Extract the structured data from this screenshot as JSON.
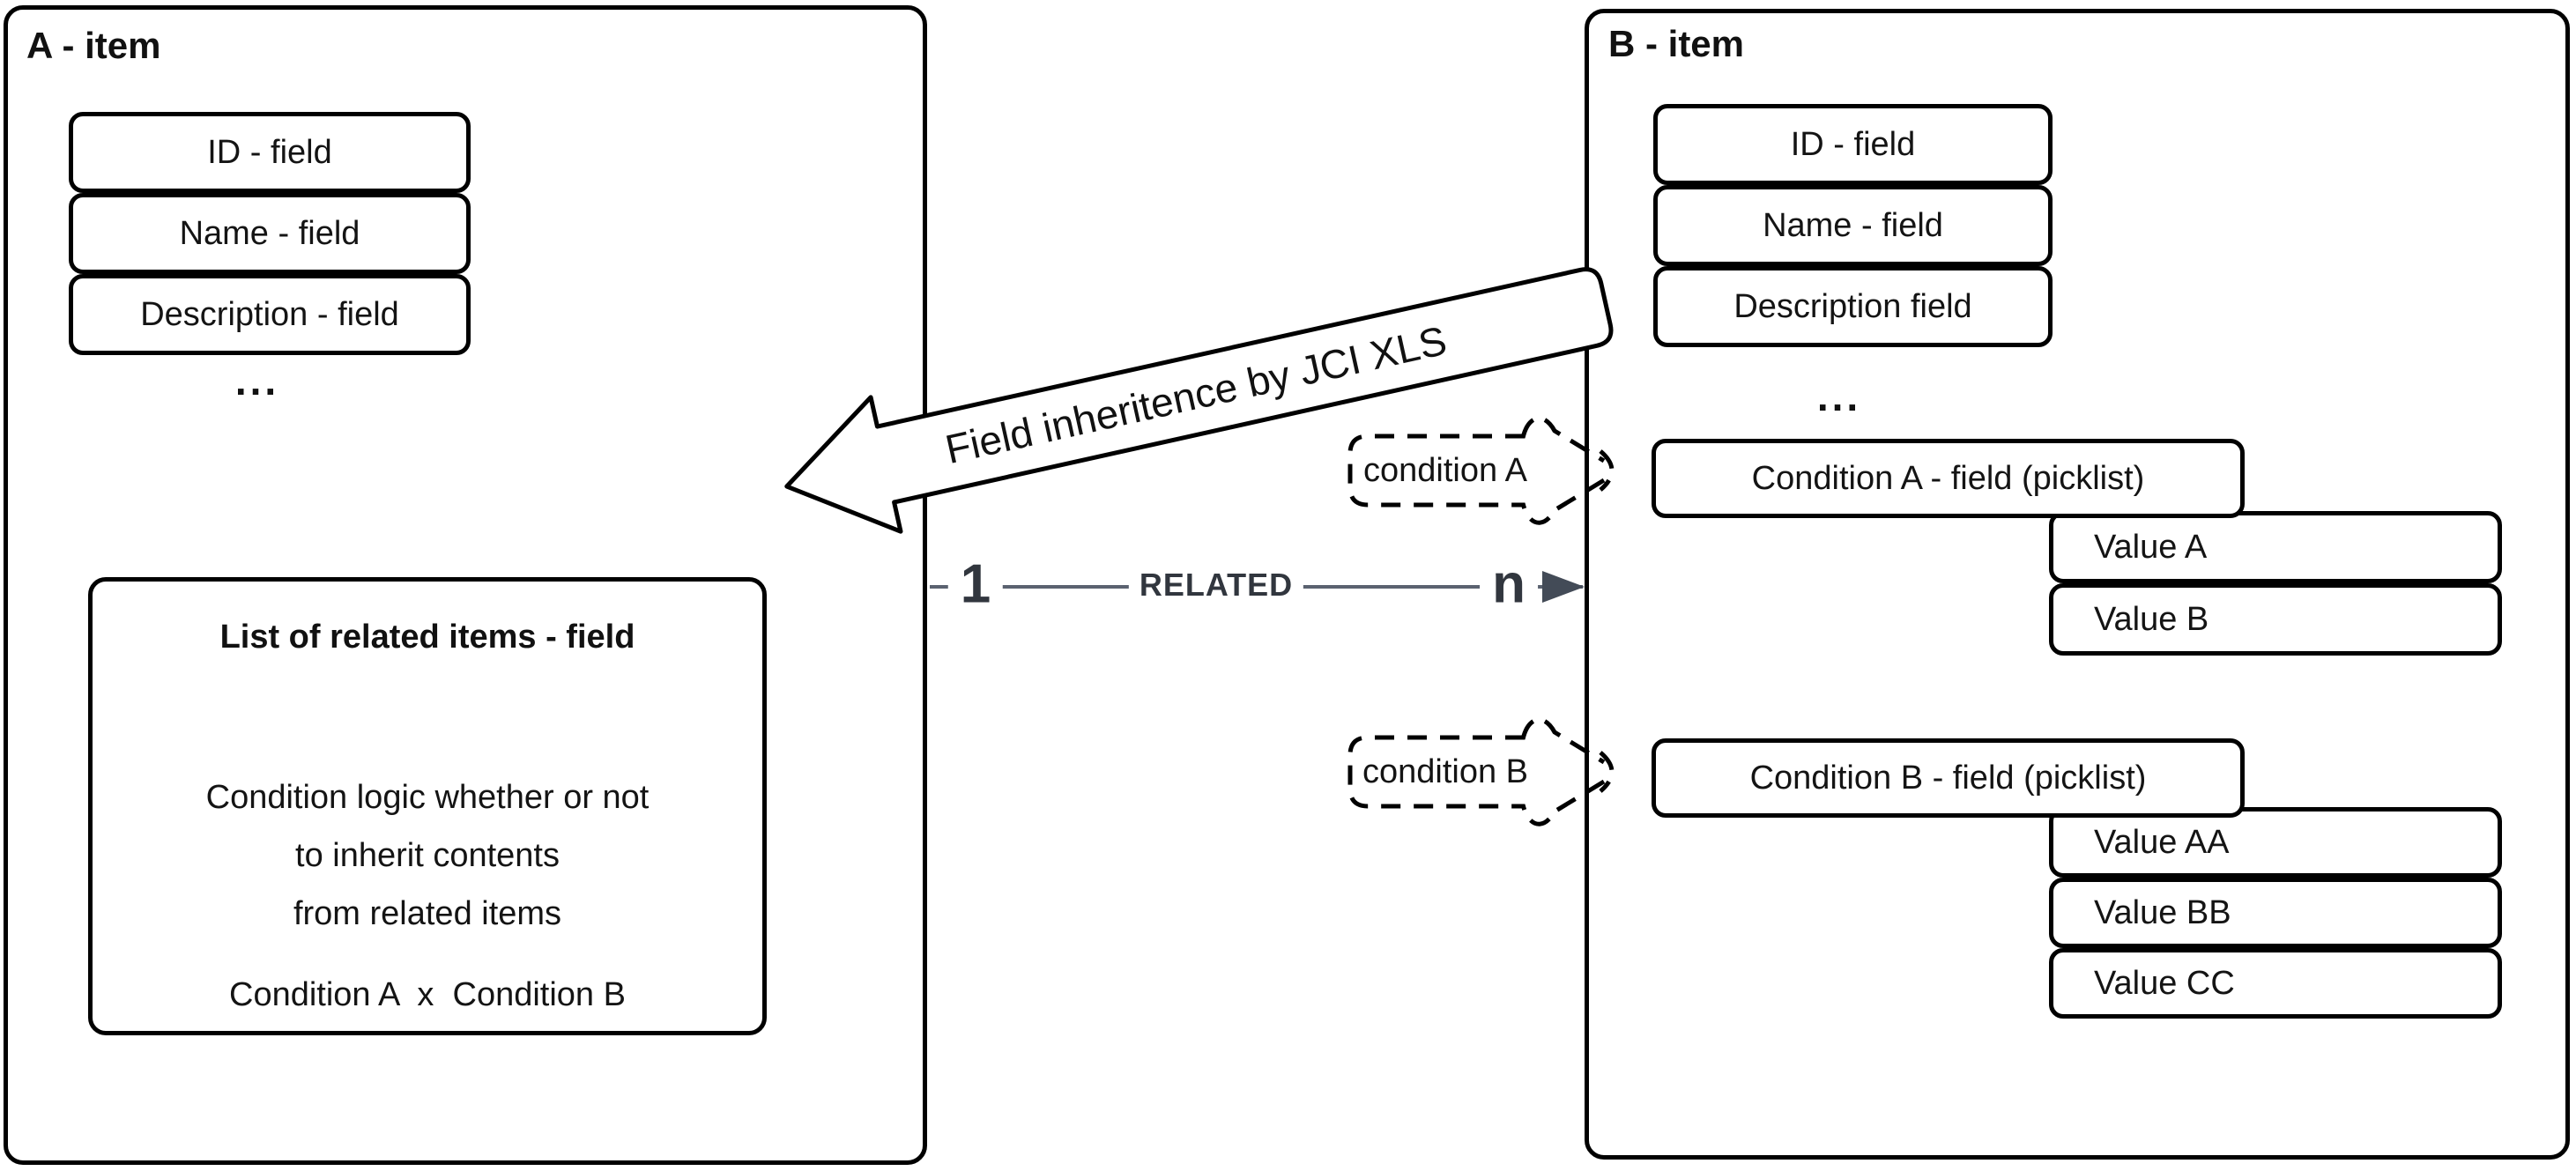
{
  "item_a": {
    "title": "A - item",
    "fields": [
      "ID - field",
      "Name - field",
      "Description - field"
    ],
    "ellipsis": "...",
    "related_box": {
      "title": "List of related items - field",
      "line1": "Condition logic whether or not",
      "line2": "to inherit contents",
      "line3": "from related items",
      "formula": "Condition A  x  Condition B"
    }
  },
  "item_b": {
    "title": "B - item",
    "fields": [
      "ID - field",
      "Name - field",
      "Description field"
    ],
    "ellipsis": "...",
    "picklist_a": {
      "label": "Condition A - field (picklist)",
      "values": [
        "Value A",
        "Value B"
      ]
    },
    "picklist_b": {
      "label": "Condition B - field (picklist)",
      "values": [
        "Value AA",
        "Value BB",
        "Value CC"
      ]
    }
  },
  "callouts": {
    "a": "condition A",
    "b": "condition B"
  },
  "relationship": {
    "left_cardinality": "1",
    "label": "RELATED",
    "right_cardinality": "n"
  },
  "inheritance_arrow": {
    "label": "Field inheritence by JCI XLS"
  },
  "colors": {
    "box_border": "#000000",
    "connector_line": "#5b6270",
    "connector_arrowhead": "#434b57",
    "connector_text": "#31363e"
  }
}
